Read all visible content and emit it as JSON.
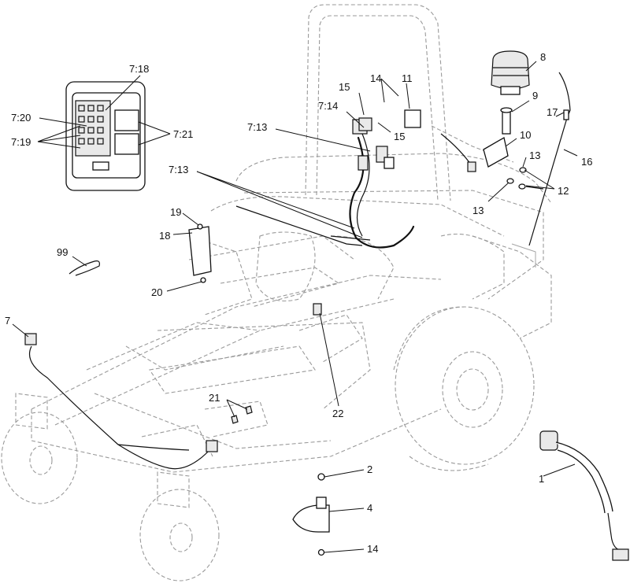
{
  "callouts": {
    "c7_18": "7:18",
    "c7_20": "7:20",
    "c7_19": "7:19",
    "c7_21": "7:21",
    "c15a": "15",
    "c14a": "14",
    "c11": "11",
    "c8": "8",
    "c7_14": "7:14",
    "c9": "9",
    "c7_13a": "7:13",
    "c15b": "15",
    "c10": "10",
    "c17": "17",
    "c13a": "13",
    "c16": "16",
    "c7_13b": "7:13",
    "c12": "12",
    "c13b": "13",
    "c19": "19",
    "c18": "18",
    "c99": "99",
    "c20": "20",
    "c7": "7",
    "c21": "21",
    "c22": "22",
    "c2": "2",
    "c1": "1",
    "c4": "4",
    "c14b": "14"
  }
}
